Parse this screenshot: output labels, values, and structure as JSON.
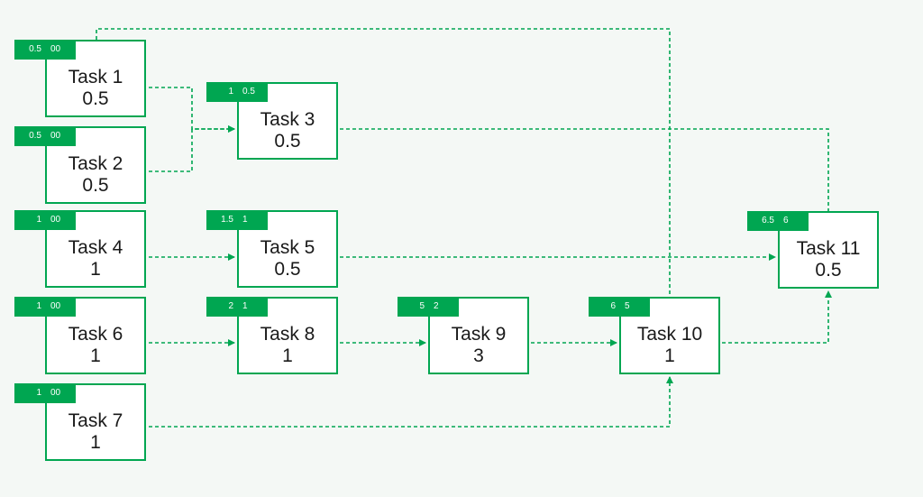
{
  "colors": {
    "accent": "#00a651",
    "background": "#f4f8f5",
    "box_fill": "#ffffff",
    "text": "#1a1a1a"
  },
  "tasks": [
    {
      "id": "t1",
      "name": "Task 1",
      "duration": "0.5",
      "start": "00",
      "end": "0.5"
    },
    {
      "id": "t2",
      "name": "Task 2",
      "duration": "0.5",
      "start": "00",
      "end": "0.5"
    },
    {
      "id": "t3",
      "name": "Task 3",
      "duration": "0.5",
      "start": "0.5",
      "end": "1"
    },
    {
      "id": "t4",
      "name": "Task 4",
      "duration": "1",
      "start": "00",
      "end": "1"
    },
    {
      "id": "t5",
      "name": "Task 5",
      "duration": "0.5",
      "start": "1",
      "end": "1.5"
    },
    {
      "id": "t6",
      "name": "Task 6",
      "duration": "1",
      "start": "00",
      "end": "1"
    },
    {
      "id": "t7",
      "name": "Task 7",
      "duration": "1",
      "start": "00",
      "end": "1"
    },
    {
      "id": "t8",
      "name": "Task 8",
      "duration": "1",
      "start": "1",
      "end": "2"
    },
    {
      "id": "t9",
      "name": "Task 9",
      "duration": "3",
      "start": "2",
      "end": "5"
    },
    {
      "id": "t10",
      "name": "Task 10",
      "duration": "1",
      "start": "5",
      "end": "6"
    },
    {
      "id": "t11",
      "name": "Task 11",
      "duration": "0.5",
      "start": "6",
      "end": "6.5"
    }
  ],
  "dependencies": [
    {
      "from": "t1",
      "to": "t3"
    },
    {
      "from": "t2",
      "to": "t3"
    },
    {
      "from": "t3",
      "to": "t11"
    },
    {
      "from": "t1",
      "to": "t10"
    },
    {
      "from": "t4",
      "to": "t5"
    },
    {
      "from": "t5",
      "to": "t11"
    },
    {
      "from": "t6",
      "to": "t8"
    },
    {
      "from": "t8",
      "to": "t9"
    },
    {
      "from": "t9",
      "to": "t10"
    },
    {
      "from": "t10",
      "to": "t11"
    },
    {
      "from": "t7",
      "to": "t10"
    }
  ]
}
